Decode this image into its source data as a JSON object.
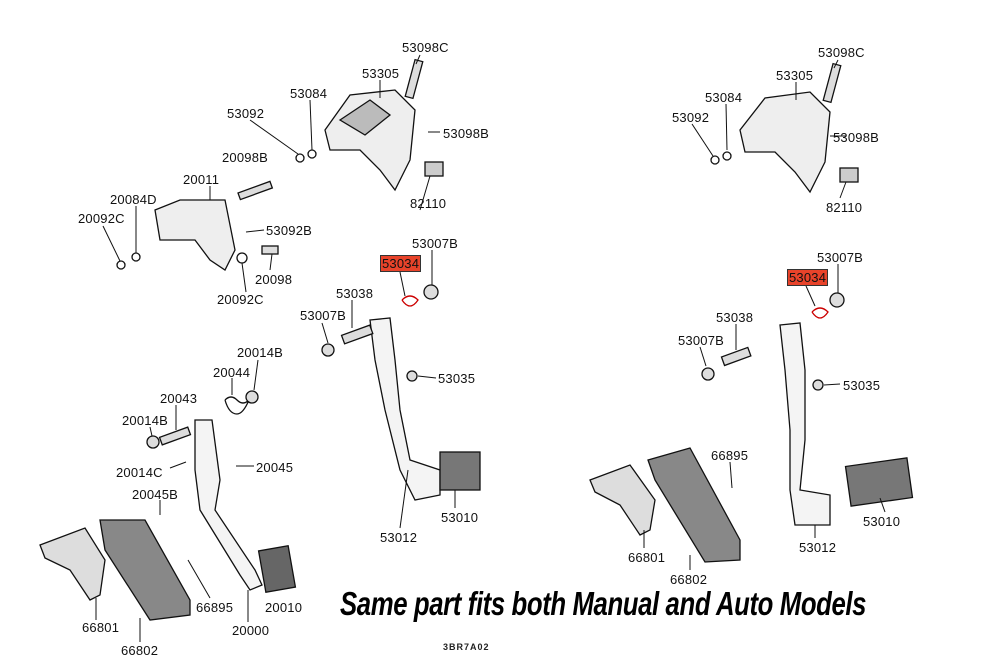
{
  "left_assembly": {
    "labels": [
      "53098C",
      "53305",
      "53084",
      "53092",
      "53098B",
      "20098B",
      "20011",
      "82110",
      "20084D",
      "20092C",
      "53092B",
      "53007B",
      "53034",
      "20098",
      "20092C",
      "53038",
      "53007B",
      "20014B",
      "20044",
      "53035",
      "20043",
      "20014B",
      "20014C",
      "20045",
      "53010",
      "53012",
      "20045B",
      "66895",
      "20010",
      "66801",
      "20000",
      "66802"
    ]
  },
  "right_assembly": {
    "labels": [
      "53098C",
      "53305",
      "53084",
      "53092",
      "53098B",
      "82110",
      "53007B",
      "53034",
      "53038",
      "53007B",
      "53035",
      "66895",
      "53010",
      "53012",
      "66801",
      "66802"
    ]
  },
  "highlighted_part": "53034",
  "highlight_color": "#e8432a",
  "caption": "Same part fits both Manual and Auto Models",
  "diagram_code": "3BR7A02"
}
